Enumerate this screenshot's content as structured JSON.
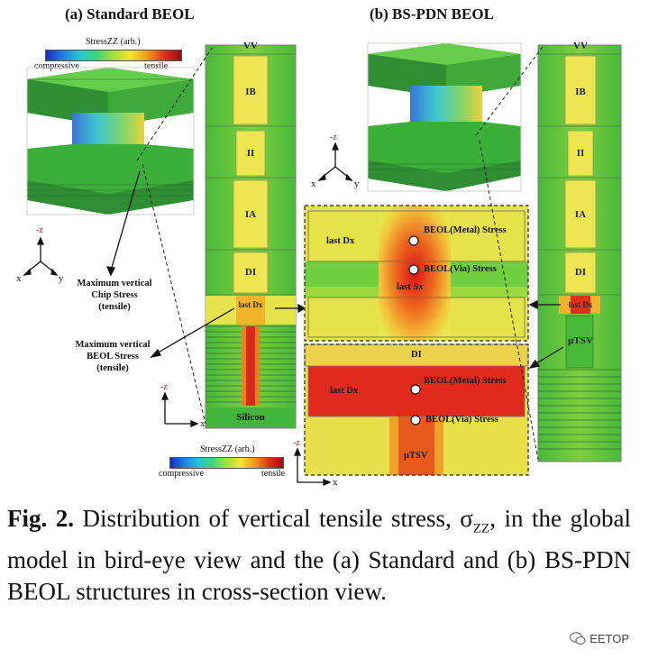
{
  "panels": {
    "a": {
      "title": "(a)  Standard BEOL"
    },
    "b": {
      "title": "(b)  BS-PDN BEOL"
    }
  },
  "colorbar_top": {
    "title": "StressZZ (arb.)",
    "left": "compressive",
    "right": "tensile"
  },
  "colorbar_bottom": {
    "title": "StressZZ (arb.)",
    "left": "compressive",
    "right": "tensile"
  },
  "axes": {
    "z": "-z",
    "x": "x",
    "y": "y"
  },
  "column_a_layers": [
    "VV",
    "IB",
    "II",
    "IA",
    "DI",
    "last Dx",
    "Silicon"
  ],
  "column_b_layers": [
    "VV",
    "IB",
    "II",
    "IA",
    "DI",
    "last Dx",
    "μTSV"
  ],
  "annotations": {
    "chip_stress": "Maximum vertical\nChip Stress\n(tensile)",
    "beol_stress": "Maximum vertical\nBEOL Stress\n(tensile)"
  },
  "zoom_top": {
    "last_dx": "last Dx",
    "last_sx": "last Sx",
    "metal": "BEOL(Metal) Stress",
    "via": "BEOL(Via) Stress"
  },
  "zoom_bottom": {
    "di": "DI",
    "last_dx": "last Dx",
    "metal": "BEOL(Metal) Stress",
    "via": "BEOL(Via) Stress",
    "utsv": "μTSV"
  },
  "caption": {
    "label": "Fig. 2.",
    "text": " Distribution of vertical tensile stress, σ",
    "sub": "ZZ",
    "text2": ", in the global model in bird-eye view and the (a) Standard and (b) BS-PDN BEOL structures in cross-section view."
  },
  "watermark": "EETOP",
  "colors": {
    "green": "#37b53a",
    "yellow": "#e9e84a",
    "red": "#e02a1c",
    "orange": "#f08a1c"
  }
}
